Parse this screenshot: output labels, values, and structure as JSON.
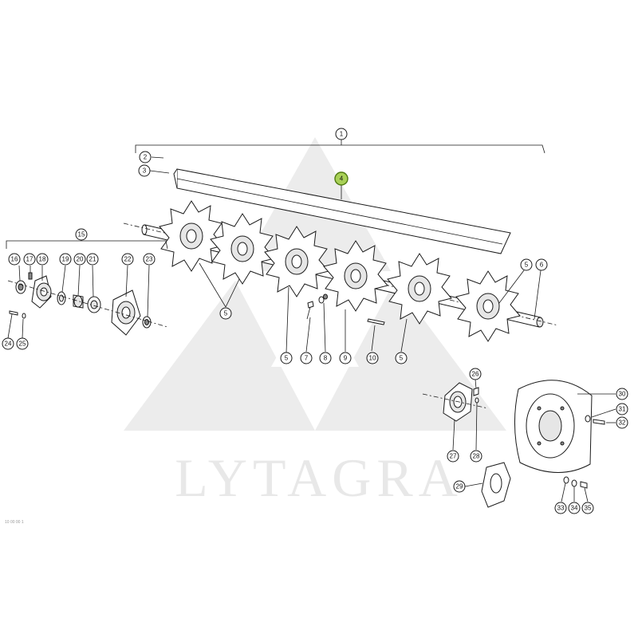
{
  "watermark": {
    "text": "LYTAGRA"
  },
  "footer_code": {
    "text": "10 00 00 1"
  },
  "callouts": [
    {
      "id": "1",
      "label": "1"
    },
    {
      "id": "2",
      "label": "2"
    },
    {
      "id": "3",
      "label": "3"
    },
    {
      "id": "4",
      "label": "4",
      "highlighted": true
    },
    {
      "id": "5a",
      "label": "5"
    },
    {
      "id": "5b",
      "label": "5"
    },
    {
      "id": "5c",
      "label": "5"
    },
    {
      "id": "5d",
      "label": "5"
    },
    {
      "id": "6",
      "label": "6"
    },
    {
      "id": "7",
      "label": "7"
    },
    {
      "id": "8",
      "label": "8"
    },
    {
      "id": "9",
      "label": "9"
    },
    {
      "id": "10",
      "label": "10"
    },
    {
      "id": "15",
      "label": "15"
    },
    {
      "id": "16",
      "label": "16"
    },
    {
      "id": "17",
      "label": "17"
    },
    {
      "id": "18",
      "label": "18"
    },
    {
      "id": "19",
      "label": "19"
    },
    {
      "id": "20",
      "label": "20"
    },
    {
      "id": "21",
      "label": "21"
    },
    {
      "id": "22",
      "label": "22"
    },
    {
      "id": "23",
      "label": "23"
    },
    {
      "id": "24",
      "label": "24"
    },
    {
      "id": "25",
      "label": "25"
    },
    {
      "id": "26",
      "label": "26"
    },
    {
      "id": "27",
      "label": "27"
    },
    {
      "id": "28",
      "label": "28"
    },
    {
      "id": "29",
      "label": "29"
    },
    {
      "id": "30",
      "label": "30"
    },
    {
      "id": "31",
      "label": "31"
    },
    {
      "id": "32",
      "label": "32"
    },
    {
      "id": "33",
      "label": "33"
    },
    {
      "id": "34",
      "label": "34"
    },
    {
      "id": "35",
      "label": "35"
    }
  ],
  "colors": {
    "highlight": "#a9d158",
    "line": "#1a1a1a",
    "watermark": "#ececec"
  }
}
